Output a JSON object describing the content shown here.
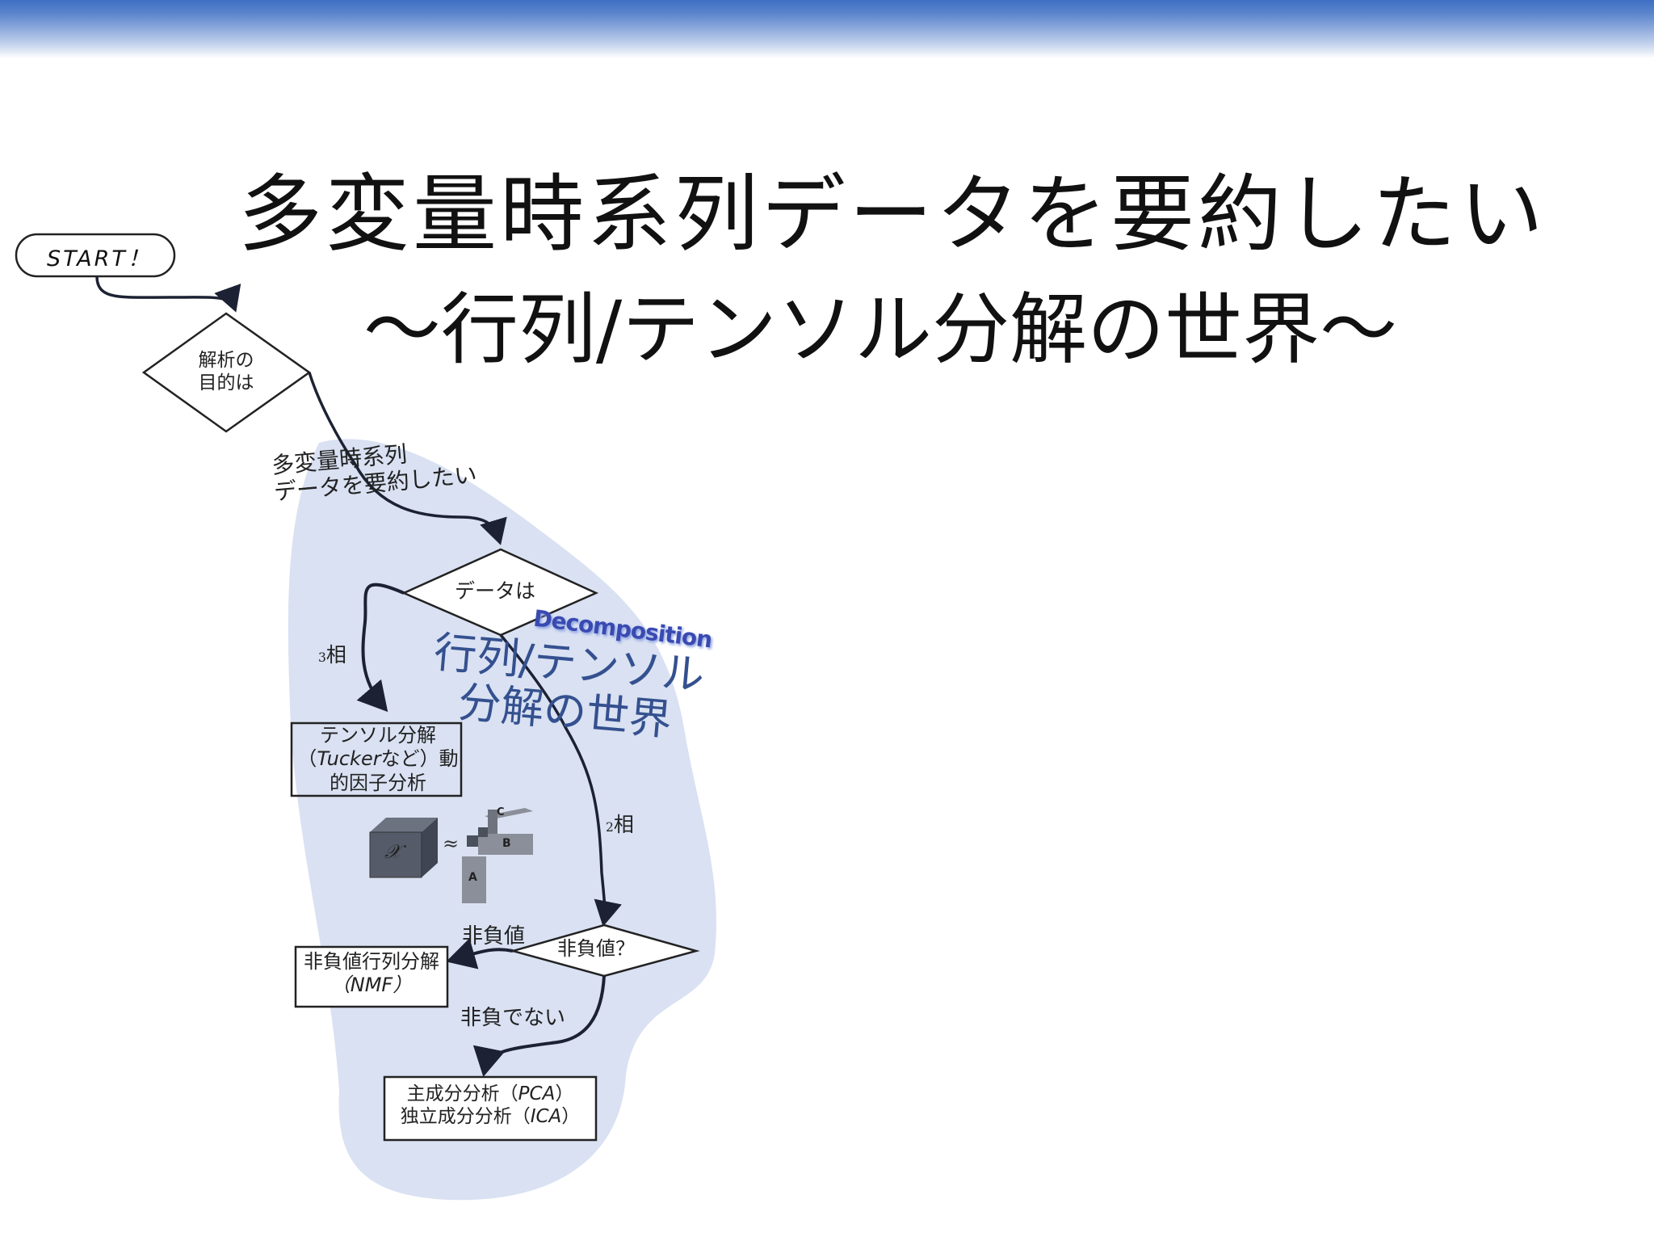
{
  "slide": {
    "title": "多変量時系列データを要約したい",
    "subtitle": "～行列/テンソル分解の世界～"
  },
  "flowchart": {
    "start": "START！",
    "purpose_line1": "解析の",
    "purpose_line2": "目的は",
    "branch_line1": "多変量時系列",
    "branch_line2": "データを要約したい",
    "data_question": "データは",
    "three_phase_num": "3",
    "three_phase_label": "相",
    "two_phase_num": "2",
    "two_phase_label": "相",
    "tensor_box_line1": "テンソル分解",
    "tensor_box_paren_open": "（",
    "tensor_box_tucker": "Tucker",
    "tensor_box_nado": "など）動",
    "tensor_box_line3": "的因子分析",
    "nonneg_question": "非負値？",
    "nonneg_yes": "非負値",
    "nonneg_no": "非負でない",
    "nmf_box_line1": "非負値行列分解",
    "nmf_box_line2": "（NMF）",
    "pca_box_line1_a": "主成分分析（",
    "pca_box_line1_b": "PCA",
    "pca_box_line1_c": "）",
    "pca_box_line2_a": "独立成分分析（",
    "pca_box_line2_b": "ICA",
    "pca_box_line2_c": "）"
  },
  "overlay": {
    "line1": "行列/テンソル",
    "line2": "分解の世界",
    "decomposition": "Decomposition"
  },
  "tensor_figure": {
    "x_label": "𝒳",
    "approx": "≈",
    "a_label": "A",
    "b_label": "B",
    "c_label": "C"
  },
  "colors": {
    "blob_fill": "#d9e1f2",
    "overlay_text": "#34508f",
    "header_band": "#4a78c8"
  }
}
